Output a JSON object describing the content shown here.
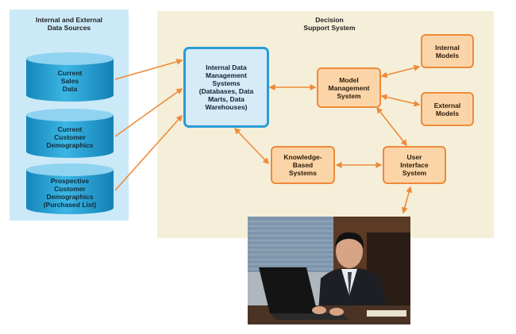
{
  "sources_title": "Internal and External\nData Sources",
  "dss_title": "Decision\nSupport System",
  "sources": [
    {
      "label": "Current\nSales\nData"
    },
    {
      "label": "Current\nCustomer\nDemographics"
    },
    {
      "label": "Prospective\nCustomer\nDemographics\n(Purchased List)"
    }
  ],
  "nodes": {
    "dms": "Internal Data\nManagement\nSystems\n(Databases, Data\nMarts, Data\nWarehouses)",
    "mms": "Model\nManagement\nSystem",
    "internal_models": "Internal\nModels",
    "external_models": "External\nModels",
    "kbs": "Knowledge-\nBased\nSystems",
    "ui": "User\nInterface\nSystem"
  },
  "colors": {
    "arrow": "#ee8a3a",
    "cylinder": "#1d9fd2",
    "orange_box_fill": "#fbd5a8",
    "blue_box_border": "#2a9cd5"
  },
  "photo_icon": "person-at-laptop-photo"
}
